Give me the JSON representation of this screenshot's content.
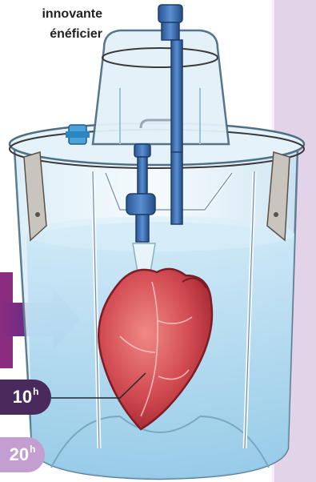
{
  "caption": {
    "line1": "innovante",
    "line2": "énéficier"
  },
  "timeline": {
    "badge_1": {
      "value": "10",
      "unit": "h"
    },
    "badge_2": {
      "value": "20",
      "unit": "h"
    }
  },
  "colors": {
    "side_panel": "#e2d3e8",
    "arrow": "#5b2a8c",
    "water": "#a9d6ee",
    "container": "#cfe6f4",
    "connector_blue": "#2f5fa0",
    "heart": "#c6404a",
    "badge_dark": "#4a2a5c",
    "badge_light": "#c39ed0"
  },
  "icons": [
    "heart-icon",
    "arrow-right-icon",
    "connector-icon"
  ]
}
